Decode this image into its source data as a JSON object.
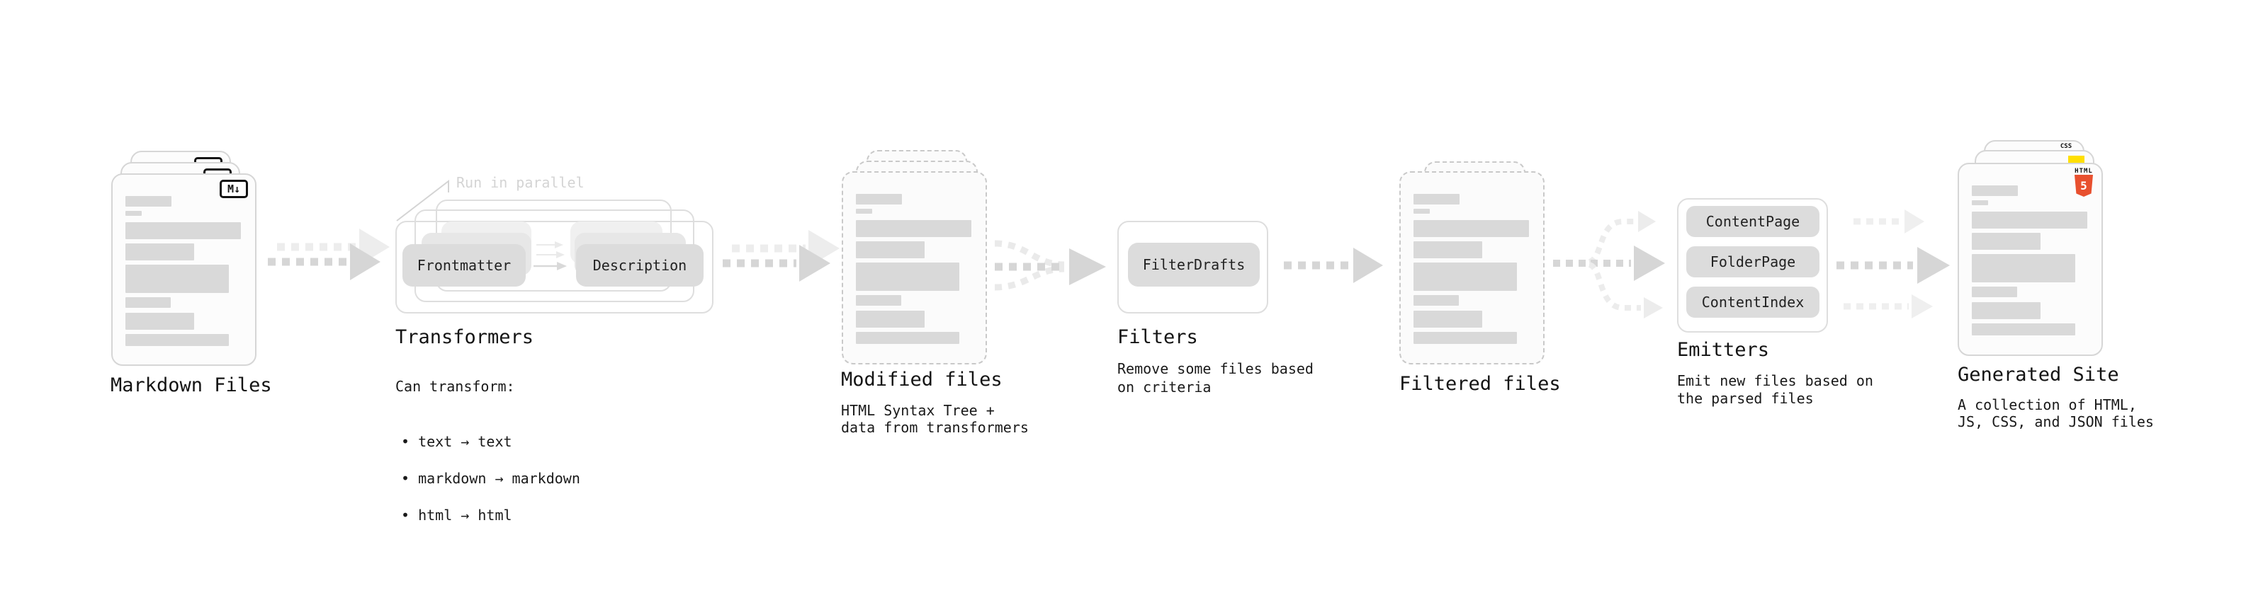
{
  "markdown_files": {
    "label": "Markdown Files",
    "icon_text": "M↓"
  },
  "transformers": {
    "label": "Transformers",
    "annotation": "Run in parallel",
    "nodes": [
      "Frontmatter",
      "Description"
    ],
    "desc_title": "Can transform:",
    "bullets": [
      "• text → text",
      "• markdown → markdown",
      "• html → html"
    ]
  },
  "modified_files": {
    "label": "Modified files",
    "description": "HTML Syntax Tree +\ndata from transformers"
  },
  "filters": {
    "label": "Filters",
    "nodes": [
      "FilterDrafts"
    ],
    "description": "Remove some files based\non criteria"
  },
  "filtered_files": {
    "label": "Filtered files"
  },
  "emitters": {
    "label": "Emitters",
    "nodes": [
      "ContentPage",
      "FolderPage",
      "ContentIndex"
    ],
    "description": "Emit new files based on\nthe parsed files"
  },
  "generated_site": {
    "label": "Generated Site",
    "description": "A collection of HTML,\nJS, CSS, and JSON files",
    "css_badge": "CSS",
    "html_badge_label": "HTML",
    "html_badge_number": "5"
  },
  "colors": {
    "html5_orange": "#e8502e",
    "js_yellow": "#ffdf00",
    "css_blue": "#2b62d9"
  }
}
